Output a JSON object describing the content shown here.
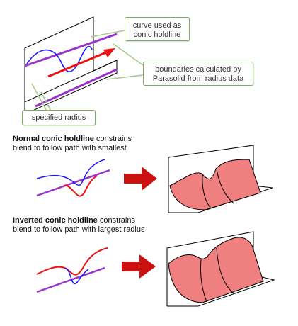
{
  "callouts": {
    "conic_holdline": {
      "line1": "curve used as",
      "line2": "conic holdline"
    },
    "boundaries": {
      "line1": "boundaries calculated by",
      "line2": "Parasolid from radius data"
    },
    "specified_radius": {
      "text": "specified radius"
    }
  },
  "normal_caption": {
    "bold": "Normal conic holdline",
    "rest": " constrains",
    "line2": "blend to follow path with smallest"
  },
  "inverted_caption": {
    "bold": "Inverted conic holdline",
    "rest": " constrains",
    "line2": "blend to follow path with largest radius"
  },
  "colors": {
    "curve_blue": "#1a1aff",
    "curve_red": "#ee1111",
    "boundary_purple": "#9933cc",
    "arrow_red": "#cc1111",
    "blend_fill": "#f08080",
    "callout_border": "#7fae5a",
    "leader_line": "#a6c98a"
  }
}
